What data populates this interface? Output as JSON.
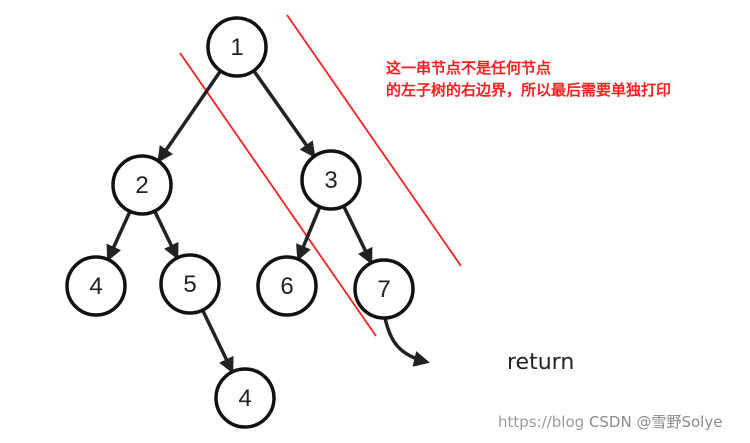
{
  "tree": {
    "nodes": [
      {
        "id": "n1",
        "label": "1"
      },
      {
        "id": "n2",
        "label": "2"
      },
      {
        "id": "n3",
        "label": "3"
      },
      {
        "id": "n4",
        "label": "4"
      },
      {
        "id": "n5",
        "label": "5"
      },
      {
        "id": "n6",
        "label": "6"
      },
      {
        "id": "n7",
        "label": "7"
      },
      {
        "id": "n8",
        "label": "4"
      }
    ],
    "edges": [
      {
        "from": "n1",
        "to": "n2"
      },
      {
        "from": "n1",
        "to": "n3"
      },
      {
        "from": "n2",
        "to": "n4"
      },
      {
        "from": "n2",
        "to": "n5"
      },
      {
        "from": "n3",
        "to": "n6"
      },
      {
        "from": "n3",
        "to": "n7"
      },
      {
        "from": "n5",
        "to": "n8"
      }
    ]
  },
  "annotation": {
    "line1": "这一串节点不是任何节点",
    "line2": "的左子树的右边界，所以最后需要单独打印"
  },
  "return_label": "return",
  "watermark": {
    "prefix": "https://blog",
    "brand": "CSDN @雪野Solye"
  },
  "colors": {
    "annotation": "#ff1f1f",
    "node_stroke": "#111111",
    "edge": "#222222"
  }
}
